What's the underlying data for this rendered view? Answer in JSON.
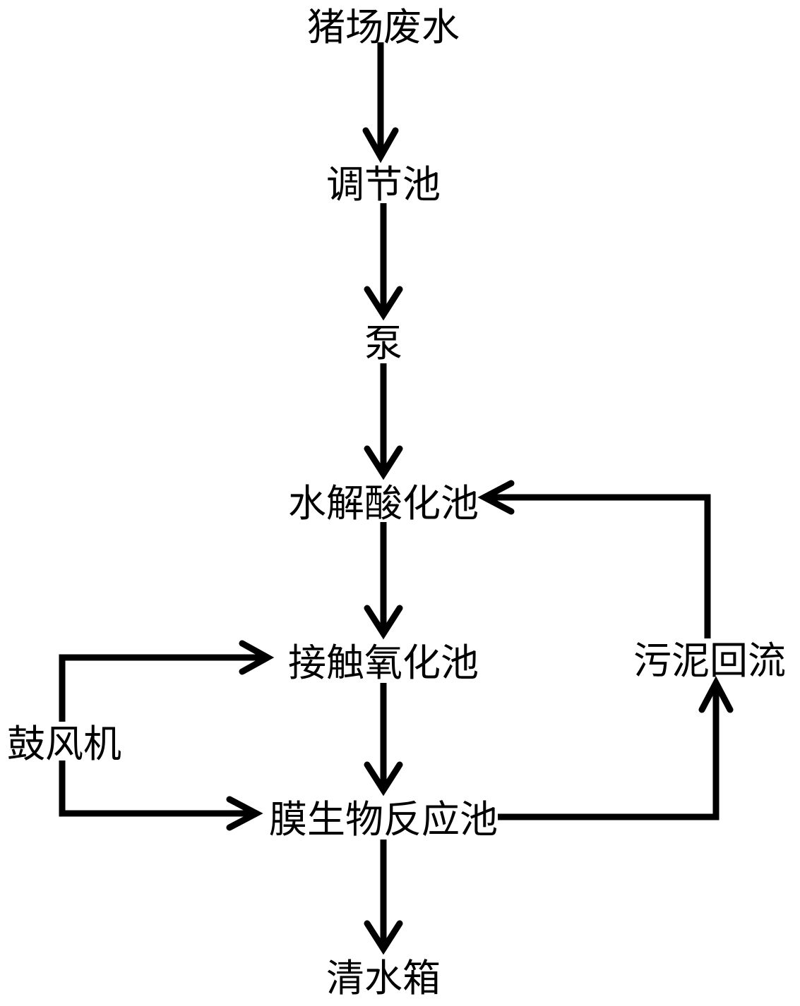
{
  "diagram": {
    "nodes": {
      "pig_farm_wastewater": "猪场废水",
      "regulating_tank": "调节池",
      "pump": "泵",
      "hydrolysis_acidification_tank": "水解酸化池",
      "contact_oxidation_tank": "接触氧化池",
      "blower": "鼓风机",
      "membrane_bioreactor": "膜生物反应池",
      "clean_water_tank": "清水箱",
      "sludge_return": "污泥回流"
    },
    "edges": [
      {
        "from": "pig_farm_wastewater",
        "to": "regulating_tank"
      },
      {
        "from": "regulating_tank",
        "to": "pump"
      },
      {
        "from": "pump",
        "to": "hydrolysis_acidification_tank"
      },
      {
        "from": "hydrolysis_acidification_tank",
        "to": "contact_oxidation_tank"
      },
      {
        "from": "contact_oxidation_tank",
        "to": "membrane_bioreactor"
      },
      {
        "from": "membrane_bioreactor",
        "to": "clean_water_tank"
      },
      {
        "from": "blower",
        "to": "contact_oxidation_tank"
      },
      {
        "from": "blower",
        "to": "membrane_bioreactor"
      },
      {
        "from": "membrane_bioreactor",
        "to": "sludge_return"
      },
      {
        "from": "sludge_return",
        "to": "hydrolysis_acidification_tank"
      }
    ],
    "colors": {
      "line": "#000000",
      "text": "#000000",
      "background": "#ffffff"
    }
  }
}
